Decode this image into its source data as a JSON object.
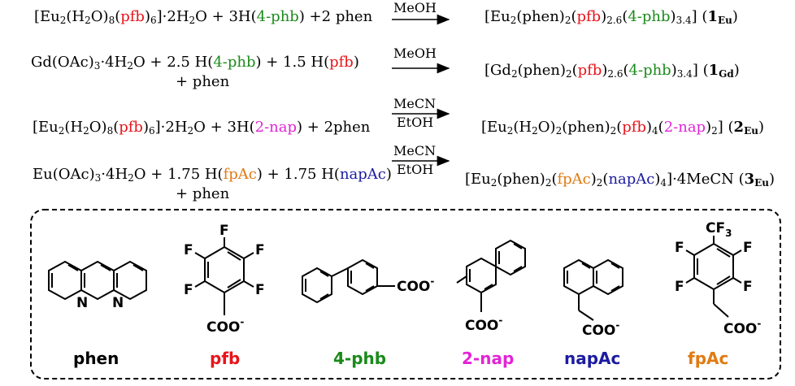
{
  "colors": {
    "pfb": "#e8141b",
    "phb": "#1a8a1a",
    "nap": "#e324d6",
    "napAc": "#1c1ca0",
    "fpAc": "#e07b12",
    "black": "#000000"
  },
  "reactions": [
    {
      "r_pre": "[Eu",
      "r_s1": "2",
      "r_mid1": "(H",
      "r_s2": "2",
      "r_mid2": "O)",
      "r_s3": "8",
      "r_paren": "(",
      "r_l1": "pfb",
      "r_post1": ")",
      "r_s4": "6",
      "r_post2": "]·2H",
      "r_s5": "2",
      "r_post3": "O + 3H(",
      "r_l2": "4-phb",
      "r_post4": ") +2 phen",
      "cond_top": "MeOH",
      "cond_bottom": "",
      "p_pre": "[Eu",
      "p_s1": "2",
      "p_mid1": "(phen)",
      "p_s2": "2",
      "p_mid2": "(",
      "p_l1": "pfb",
      "p_mid3": ")",
      "p_s3": "2.6",
      "p_mid4": "(",
      "p_l2": "4-phb",
      "p_mid5": ")",
      "p_s4": "3.4",
      "p_mid6": "] (",
      "p_num": "1",
      "p_sub": "Eu",
      "p_end": ")"
    },
    {
      "r_line1_a": "Gd(OAc)",
      "r_s1": "3",
      "r_line1_b": "·4H",
      "r_s2": "2",
      "r_line1_c": "O + 2.5 H(",
      "r_l1": "4-phb",
      "r_line1_d": ") + 1.5 H(",
      "r_l2": "pfb",
      "r_line1_e": ")",
      "r_line2": "+ phen",
      "cond_top": "MeOH",
      "cond_bottom": "",
      "p_pre": "[Gd",
      "p_s1": "2",
      "p_mid1": "(phen)",
      "p_s2": "2",
      "p_mid2": "(",
      "p_l1": "pfb",
      "p_mid3": ")",
      "p_s3": "2.6",
      "p_mid4": "(",
      "p_l2": "4-phb",
      "p_mid5": ")",
      "p_s4": "3.4",
      "p_mid6": "] (",
      "p_num": "1",
      "p_sub": "Gd",
      "p_end": ")"
    },
    {
      "r_pre": "[Eu",
      "r_s1": "2",
      "r_mid1": "(H",
      "r_s2": "2",
      "r_mid2": "O)",
      "r_s3": "8",
      "r_paren": "(",
      "r_l1": "pfb",
      "r_post1": ")",
      "r_s4": "6",
      "r_post2": "]·2H",
      "r_s5": "2",
      "r_post3": "O + 3H(",
      "r_l2": "2-nap",
      "r_post4": ") + 2phen",
      "cond_top": "MeCN",
      "cond_bottom": "EtOH",
      "p_pre": "[Eu",
      "p_s1": "2",
      "p_mid1": "(H",
      "p_s2": "2",
      "p_mid2": "O)",
      "p_s3": "2",
      "p_mid3": "(phen)",
      "p_s4": "2",
      "p_mid4": "(",
      "p_l1": "pfb",
      "p_mid5": ")",
      "p_s5": "4",
      "p_mid6": "(",
      "p_l2": "2-nap",
      "p_mid7": ")",
      "p_s6": "2",
      "p_mid8": "] (",
      "p_num": "2",
      "p_sub": "Eu",
      "p_end": ")"
    },
    {
      "r_line1_a": "Eu(OAc)",
      "r_s1": "3",
      "r_line1_b": "·4H",
      "r_s2": "2",
      "r_line1_c": "O + 1.75 H(",
      "r_l1": "fpAc",
      "r_line1_d": ") + 1.75 H(",
      "r_l2": "napAc",
      "r_line1_e": ")",
      "r_line2": "+ phen",
      "cond_top": "MeCN",
      "cond_bottom": "EtOH",
      "p_pre": "[Eu",
      "p_s1": "2",
      "p_mid1": "(phen)",
      "p_s2": "2",
      "p_mid2": "(",
      "p_l1": "fpAc",
      "p_mid3": ")",
      "p_s3": "2",
      "p_mid4": "(",
      "p_l2": "napAc",
      "p_mid5": ")",
      "p_s4": "4",
      "p_mid6": "]·4MeCN (",
      "p_num": "3",
      "p_sub": "Eu",
      "p_end": ")"
    }
  ],
  "ligands": {
    "phen": {
      "name": "phen",
      "atom_n": "N"
    },
    "pfb": {
      "name": "pfb",
      "atom_f": "F",
      "carboxylate": "COO",
      "charge": "-"
    },
    "phb": {
      "name": "4-phb",
      "carboxylate": "COO",
      "charge": "-"
    },
    "nap": {
      "name": "2-nap",
      "carboxylate": "COO",
      "charge": "-"
    },
    "napAc": {
      "name": "napAc",
      "carboxylate": "COO",
      "charge": "-"
    },
    "fpAc": {
      "name": "fpAc",
      "atom_f": "F",
      "cf3": "CF",
      "cf3_sub": "3",
      "carboxylate": "COO",
      "charge": "-"
    }
  }
}
